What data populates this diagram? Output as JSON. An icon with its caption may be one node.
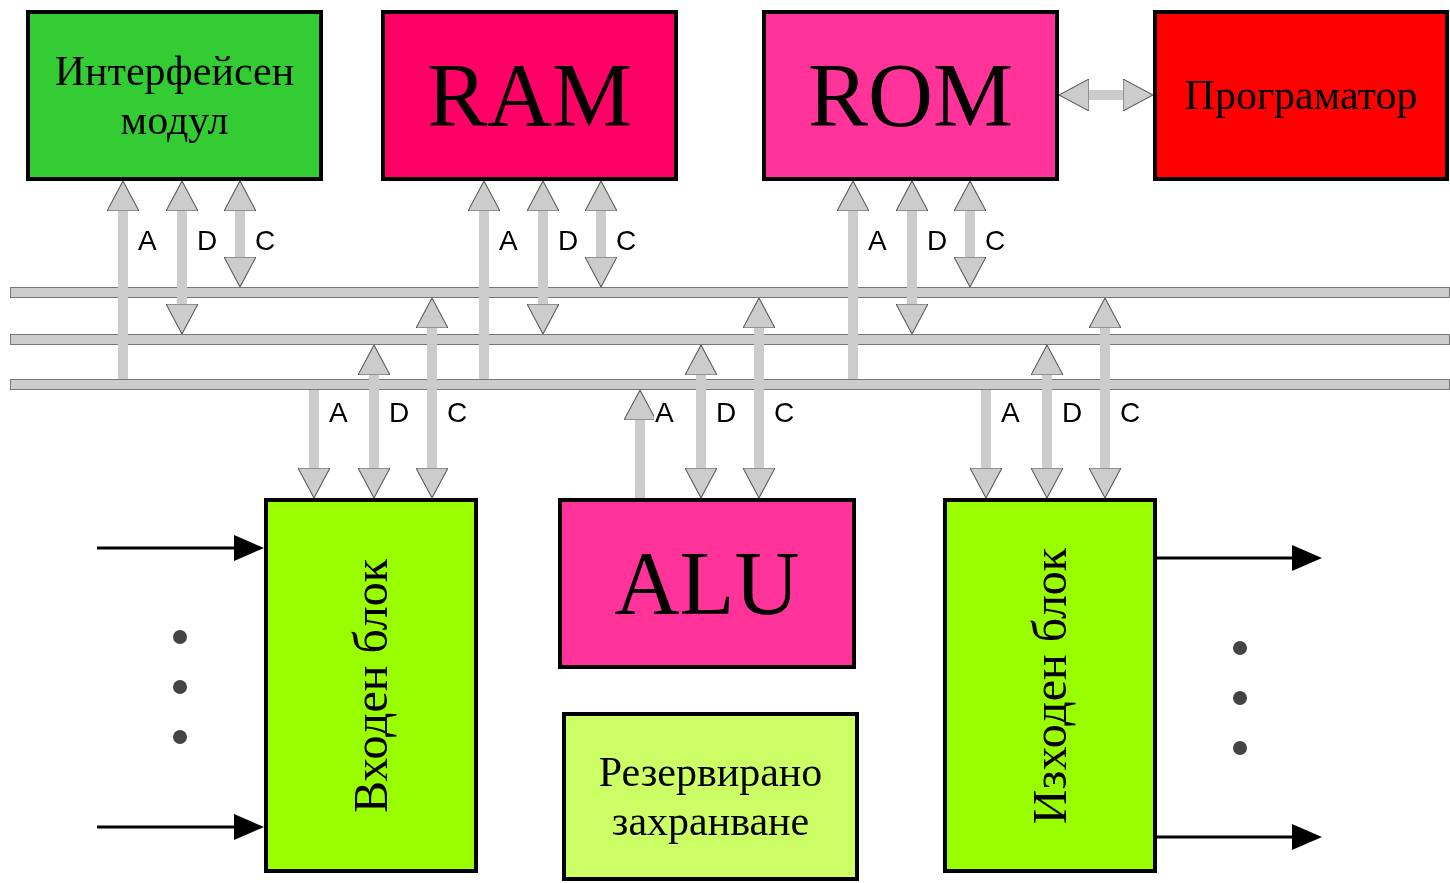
{
  "diagram": {
    "nodes": [
      {
        "text": [
          "Интерфейсен модул"
        ]
      },
      {
        "text": [
          "RAM"
        ]
      },
      {
        "text": [
          "ROM"
        ]
      },
      {
        "text": [
          "Програматор"
        ]
      },
      {
        "text": [],
        "shape": "bar"
      },
      {
        "text": [],
        "shape": "bar"
      },
      {
        "text": [],
        "shape": "bar"
      },
      {
        "text": [
          "Входен блок"
        ]
      },
      {
        "text": [
          "ALU"
        ]
      },
      {
        "text": [
          "Изходен блок"
        ]
      },
      {
        "text": [
          "Резервирано захранване"
        ]
      }
    ],
    "edges": [
      {
        "from": 2,
        "to": 3,
        "arrow": "both"
      },
      {
        "from": 6,
        "to": 0,
        "arrow": "to",
        "label": "A"
      },
      {
        "from": 0,
        "to": 5,
        "arrow": "both",
        "label": "D"
      },
      {
        "from": 0,
        "to": 4,
        "arrow": "both",
        "label": "C"
      },
      {
        "from": 6,
        "to": 1,
        "arrow": "to",
        "label": "A"
      },
      {
        "from": 1,
        "to": 5,
        "arrow": "both",
        "label": "D"
      },
      {
        "from": 1,
        "to": 4,
        "arrow": "both",
        "label": "C"
      },
      {
        "from": 6,
        "to": 2,
        "arrow": "to",
        "label": "A"
      },
      {
        "from": 2,
        "to": 5,
        "arrow": "both",
        "label": "D"
      },
      {
        "from": 2,
        "to": 4,
        "arrow": "both",
        "label": "C"
      },
      {
        "from": 6,
        "to": 7,
        "arrow": "to",
        "label": "A"
      },
      {
        "from": 7,
        "to": 5,
        "arrow": "both",
        "label": "D"
      },
      {
        "from": 7,
        "to": 4,
        "arrow": "both",
        "label": "C"
      },
      {
        "from": 8,
        "to": 6,
        "arrow": "to",
        "label": "A"
      },
      {
        "from": 8,
        "to": 5,
        "arrow": "both",
        "label": "D"
      },
      {
        "from": 8,
        "to": 4,
        "arrow": "both",
        "label": "C"
      },
      {
        "from": 6,
        "to": 9,
        "arrow": "to",
        "label": "A"
      },
      {
        "from": 9,
        "to": 5,
        "arrow": "both",
        "label": "D"
      },
      {
        "from": 9,
        "to": 4,
        "arrow": "both",
        "label": "C"
      },
      {
        "from": null,
        "to": 7,
        "arrow": "to",
        "color": "#000000"
      },
      {
        "from": null,
        "to": 7,
        "arrow": "to",
        "color": "#000000"
      },
      {
        "from": 9,
        "to": null,
        "arrow": "to",
        "color": "#000000"
      },
      {
        "from": 9,
        "to": null,
        "arrow": "to",
        "color": "#000000"
      }
    ]
  }
}
